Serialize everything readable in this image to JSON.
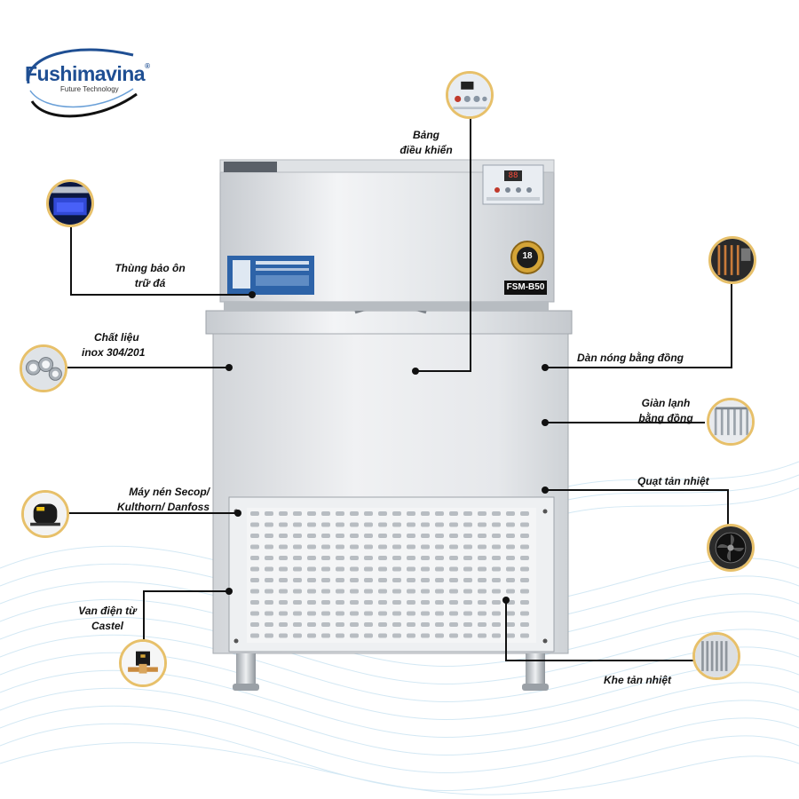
{
  "brand": {
    "name": "Fushimavina",
    "reg": "®",
    "tagline": "Future Technology"
  },
  "machine": {
    "model": "FSM-B50",
    "badge_number": "18",
    "display_value": "88"
  },
  "labels": {
    "control_panel": [
      "Bảng",
      "điều khiển"
    ],
    "insulated_bin": [
      "Thùng bảo ôn",
      "trữ đá"
    ],
    "material": [
      "Chất liệu",
      "inox 304/201"
    ],
    "condenser": [
      "Dàn nóng bằng đồng"
    ],
    "evaporator": [
      "Giàn lạnh",
      "bằng đồng"
    ],
    "fan": [
      "Quạt tản nhiệt"
    ],
    "compressor": [
      "Máy nén Secop/",
      "Kulthorn/ Danfoss"
    ],
    "valve": [
      "Van điện từ",
      "Castel"
    ],
    "vents": [
      "Khe tản nhiệt"
    ]
  },
  "icons": [
    "control-panel-thumb-icon",
    "insulated-bin-thumb-icon",
    "steel-pipes-thumb-icon",
    "condenser-thumb-icon",
    "evaporator-thumb-icon",
    "fan-thumb-icon",
    "compressor-thumb-icon",
    "solenoid-valve-thumb-icon",
    "vent-thumb-icon"
  ],
  "colors": {
    "accent_gold": "#e7c06a",
    "brand_blue": "#1f4f93",
    "steel_light": "#eceef0",
    "steel_mid": "#c9cdd1",
    "callout_line": "#111111"
  }
}
